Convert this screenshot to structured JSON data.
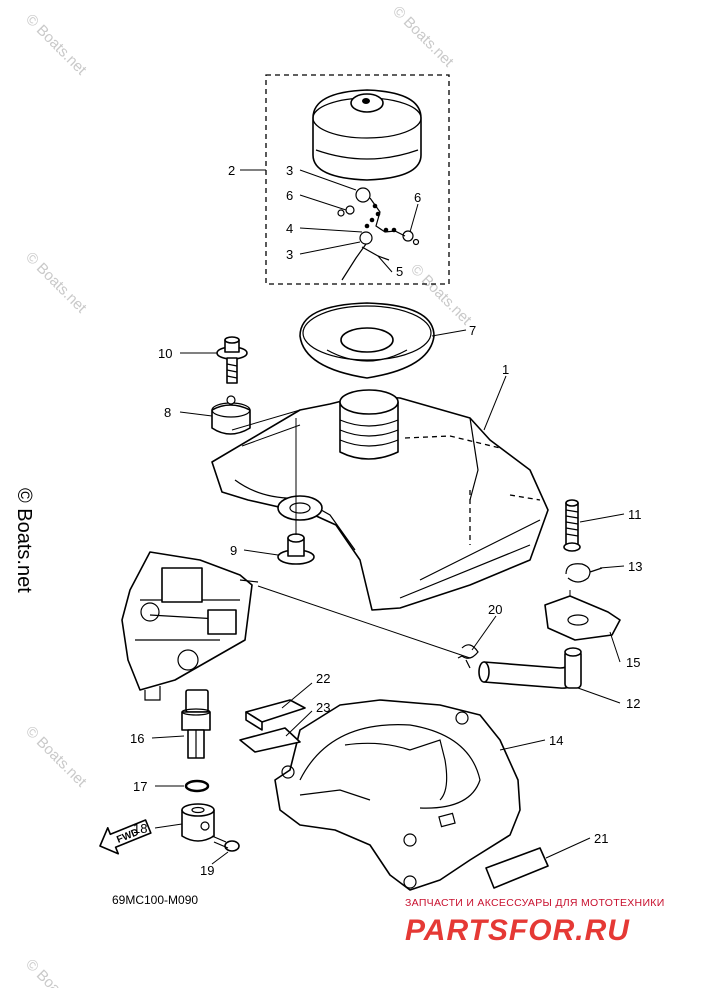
{
  "diagram": {
    "code": "69MC100-M090",
    "copyright": "© Boats.net",
    "watermark": "© Boats.net",
    "fwd": "FWD",
    "callouts": [
      {
        "id": "c1",
        "label": "1"
      },
      {
        "id": "c2",
        "label": "2"
      },
      {
        "id": "c3a",
        "label": "3"
      },
      {
        "id": "c3b",
        "label": "3"
      },
      {
        "id": "c4",
        "label": "4"
      },
      {
        "id": "c5",
        "label": "5"
      },
      {
        "id": "c6a",
        "label": "6"
      },
      {
        "id": "c6b",
        "label": "6"
      },
      {
        "id": "c7",
        "label": "7"
      },
      {
        "id": "c8",
        "label": "8"
      },
      {
        "id": "c9",
        "label": "9"
      },
      {
        "id": "c10",
        "label": "10"
      },
      {
        "id": "c11",
        "label": "11"
      },
      {
        "id": "c12",
        "label": "12"
      },
      {
        "id": "c13",
        "label": "13"
      },
      {
        "id": "c14",
        "label": "14"
      },
      {
        "id": "c15",
        "label": "15"
      },
      {
        "id": "c16",
        "label": "16"
      },
      {
        "id": "c17",
        "label": "17"
      },
      {
        "id": "c18",
        "label": "18"
      },
      {
        "id": "c19",
        "label": "19"
      },
      {
        "id": "c20",
        "label": "20"
      },
      {
        "id": "c21",
        "label": "21"
      },
      {
        "id": "c22",
        "label": "22"
      },
      {
        "id": "c23",
        "label": "23"
      }
    ]
  },
  "banner": {
    "tagline": "ЗАПЧАСТИ И АКСЕССУАРЫ ДЛЯ МОТОТЕХНИКИ",
    "brand": "PARTSFOR.RU"
  },
  "colors": {
    "line": "#000000",
    "watermark": "#c9c9c9",
    "brand": "#e53935"
  }
}
